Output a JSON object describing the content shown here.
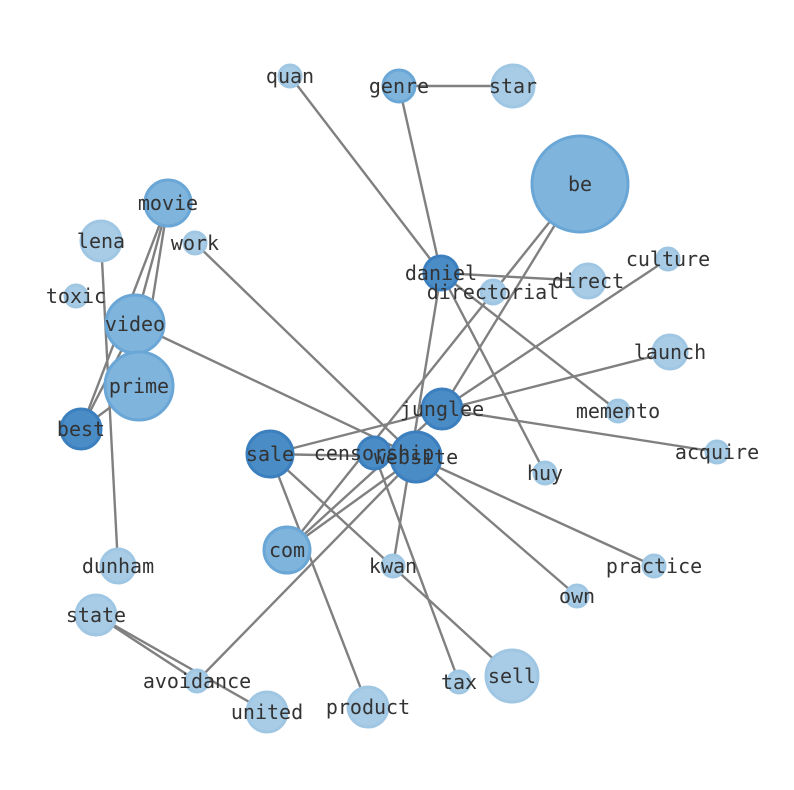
{
  "palette": {
    "light": "#a8cce6",
    "light_stroke": "#9fc6e3",
    "mid": "#7fb4dc",
    "mid_stroke": "#6aa6d6",
    "dark": "#4a8cc6",
    "dark_stroke": "#3b7fbf",
    "edge": "#808080",
    "label": "#333333"
  },
  "nodes": [
    {
      "id": "be",
      "label": "be"
    },
    {
      "id": "genre",
      "label": "genre"
    },
    {
      "id": "star",
      "label": "star"
    },
    {
      "id": "quan",
      "label": "quan"
    },
    {
      "id": "movie",
      "label": "movie"
    },
    {
      "id": "lena",
      "label": "lena"
    },
    {
      "id": "work",
      "label": "work"
    },
    {
      "id": "daniel",
      "label": "daniel"
    },
    {
      "id": "direct",
      "label": "direct"
    },
    {
      "id": "directorial",
      "label": "directorial"
    },
    {
      "id": "culture",
      "label": "culture"
    },
    {
      "id": "toxic",
      "label": "toxic"
    },
    {
      "id": "video",
      "label": "video"
    },
    {
      "id": "launch",
      "label": "launch"
    },
    {
      "id": "prime",
      "label": "prime"
    },
    {
      "id": "junglee",
      "label": "junglee"
    },
    {
      "id": "memento",
      "label": "memento"
    },
    {
      "id": "best",
      "label": "best"
    },
    {
      "id": "sale",
      "label": "sale"
    },
    {
      "id": "censorship",
      "label": "censorship"
    },
    {
      "id": "website",
      "label": "website"
    },
    {
      "id": "acquire",
      "label": "acquire"
    },
    {
      "id": "huy",
      "label": "huy"
    },
    {
      "id": "com",
      "label": "com"
    },
    {
      "id": "dunham",
      "label": "dunham"
    },
    {
      "id": "kwan",
      "label": "kwan"
    },
    {
      "id": "practice",
      "label": "practice"
    },
    {
      "id": "own",
      "label": "own"
    },
    {
      "id": "state",
      "label": "state"
    },
    {
      "id": "avoidance",
      "label": "avoidance"
    },
    {
      "id": "tax",
      "label": "tax"
    },
    {
      "id": "sell",
      "label": "sell"
    },
    {
      "id": "united",
      "label": "united"
    },
    {
      "id": "product",
      "label": "product"
    }
  ],
  "edges": [
    [
      "genre",
      "star"
    ],
    [
      "genre",
      "daniel"
    ],
    [
      "quan",
      "daniel"
    ],
    [
      "daniel",
      "direct"
    ],
    [
      "daniel",
      "memento"
    ],
    [
      "daniel",
      "huy"
    ],
    [
      "daniel",
      "kwan"
    ],
    [
      "be",
      "junglee"
    ],
    [
      "be",
      "com"
    ],
    [
      "movie",
      "video"
    ],
    [
      "movie",
      "prime"
    ],
    [
      "movie",
      "best"
    ],
    [
      "video",
      "prime"
    ],
    [
      "video",
      "best"
    ],
    [
      "prime",
      "best"
    ],
    [
      "video",
      "website"
    ],
    [
      "lena",
      "dunham"
    ],
    [
      "work",
      "website"
    ],
    [
      "culture",
      "junglee"
    ],
    [
      "launch",
      "sale"
    ],
    [
      "junglee",
      "acquire"
    ],
    [
      "junglee",
      "com"
    ],
    [
      "sale",
      "website"
    ],
    [
      "sale",
      "sell"
    ],
    [
      "sale",
      "product"
    ],
    [
      "censorship",
      "tax"
    ],
    [
      "website",
      "practice"
    ],
    [
      "website",
      "own"
    ],
    [
      "website",
      "com"
    ],
    [
      "website",
      "avoidance"
    ],
    [
      "state",
      "united"
    ],
    [
      "state",
      "avoidance"
    ]
  ]
}
